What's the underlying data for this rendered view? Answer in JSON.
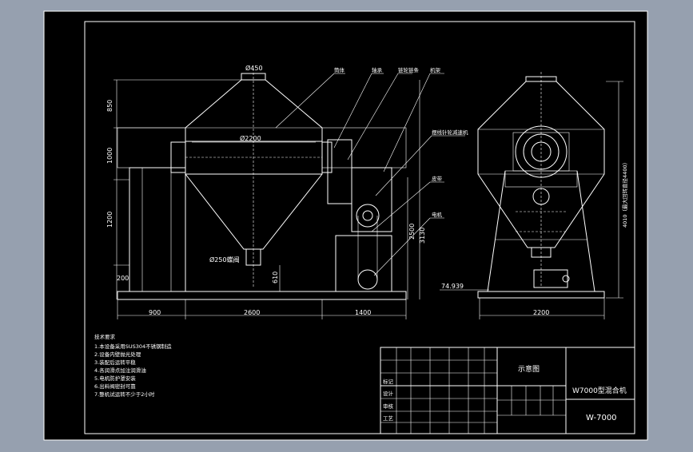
{
  "colors": {
    "viewport_background": "#96a0af",
    "drawing_background": "#000000",
    "line_color": "#ffffff"
  },
  "dimensions": {
    "top_diameter": "Ø450",
    "drum_diameter": "Ø2200",
    "outlet_diameter": "Ø250蝶阀",
    "height_850": "850",
    "height_1000": "1000",
    "height_1200": "1200",
    "height_200": "200",
    "height_610": "610",
    "height_2500": "2500",
    "height_3130": "3130",
    "height_4010": "4010（最大回转直径4400）",
    "width_900": "900",
    "width_2600": "2600",
    "width_1400": "1400",
    "width_2200": "2200",
    "angle_value": "74.939"
  },
  "callouts": [
    "筒体",
    "轴承",
    "链轮链条",
    "机架",
    "摆线针轮减速机",
    "皮带",
    "电机"
  ],
  "tech_notes": {
    "heading": "技术要求",
    "lines": [
      "1.本设备采用SUS304不锈钢制造",
      "2.设备内壁抛光处理",
      "3.装配后运转平稳",
      "4.各润滑点加注润滑油",
      "5.电机防护罩安装",
      "6.出料阀密封可靠",
      "7.整机试运转不少于2小时"
    ]
  },
  "title_block": {
    "drawing_type": "示意图",
    "machine_name": "W7000型混合机",
    "drawing_number": "W-7000",
    "row_labels": [
      "标记",
      "设计",
      "审核",
      "工艺"
    ]
  }
}
